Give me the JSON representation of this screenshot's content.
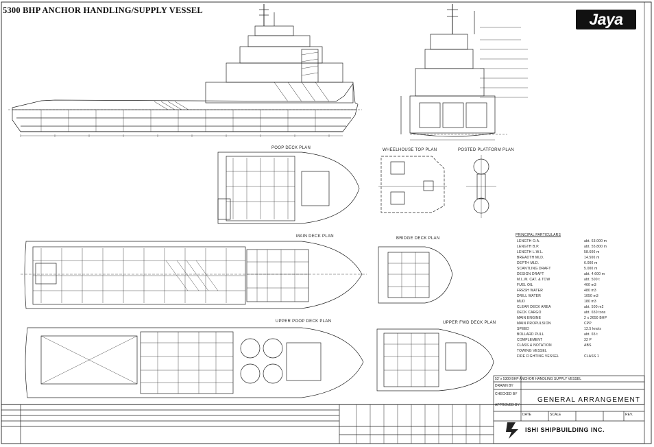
{
  "drawing": {
    "title": "5300 BHP ANCHOR HANDLING/SUPPLY VESSEL",
    "brand": "Jaya",
    "views": {
      "poop_deck_plan": "POOP DECK PLAN",
      "wheelhouse_top_plan": "WHEELHOUSE TOP PLAN",
      "posted_platform_plan": "POSTED PLATFORM PLAN",
      "main_deck_plan": "MAIN DECK PLAN",
      "bridge_deck_plan": "BRIDGE DECK PLAN",
      "upper_fwd_deck_plan": "UPPER FWD DECK PLAN",
      "upper_poop_deck_plan": "UPPER POOP DECK PLAN"
    },
    "particulars": {
      "heading": "PRINCIPAL PARTICULARS",
      "rows": [
        {
          "label": "LENGTH O.A.",
          "value": "abt. 63.000 m"
        },
        {
          "label": "LENGTH B.P.",
          "value": "abt. 55.800 m"
        },
        {
          "label": "LENGTH L.W.L.",
          "value": "58.600 m"
        },
        {
          "label": "BREADTH MLD.",
          "value": "14.500 m"
        },
        {
          "label": "DEPTH MLD.",
          "value": "6.000 m"
        },
        {
          "label": "SCANTLING DRAFT",
          "value": "5.000 m"
        },
        {
          "label": "DESIGN DRAFT",
          "value": "abt. 4.600 m"
        },
        {
          "label": "M.L.W. CAT. & TOW",
          "value": "abt. 500 t"
        },
        {
          "label": "FUEL OIL",
          "value": "460 m3"
        },
        {
          "label": "FRESH WATER",
          "value": "480 m3"
        },
        {
          "label": "DRILL WATER",
          "value": "1050 m3"
        },
        {
          "label": "MUD",
          "value": "180 m3"
        },
        {
          "label": "CLEAR DECK AREA",
          "value": "abt. 500 m2"
        },
        {
          "label": "DECK CARGO",
          "value": "abt. 650 tons"
        },
        {
          "label": "MAIN ENGINE",
          "value": "2 x 2650 BHP"
        },
        {
          "label": "MAIN PROPULSION",
          "value": "CPP"
        },
        {
          "label": "SPEED",
          "value": "12.5 knots"
        },
        {
          "label": "BOLLARD PULL",
          "value": "abt. 65 t"
        },
        {
          "label": "COMPLEMENT",
          "value": "32 P"
        },
        {
          "label": "CLASS & NOTATION",
          "value": "ABS"
        },
        {
          "label": "TOWING VESSEL",
          "value": ""
        },
        {
          "label": "FIRE FIGHTING VESSEL",
          "value": "CLASS 1"
        }
      ]
    },
    "title_block": {
      "drawing_title": "GENERAL ARRANGEMENT",
      "subject": "53' x 5300 BHP ANCHOR HANDLING SUPPLY VESSEL",
      "company": "ISHI SHIPBUILDING INC.",
      "labels": [
        "DRAWN BY",
        "CHECKED BY",
        "APPROVED BY",
        "DATE",
        "SCALE",
        "REV."
      ]
    }
  }
}
